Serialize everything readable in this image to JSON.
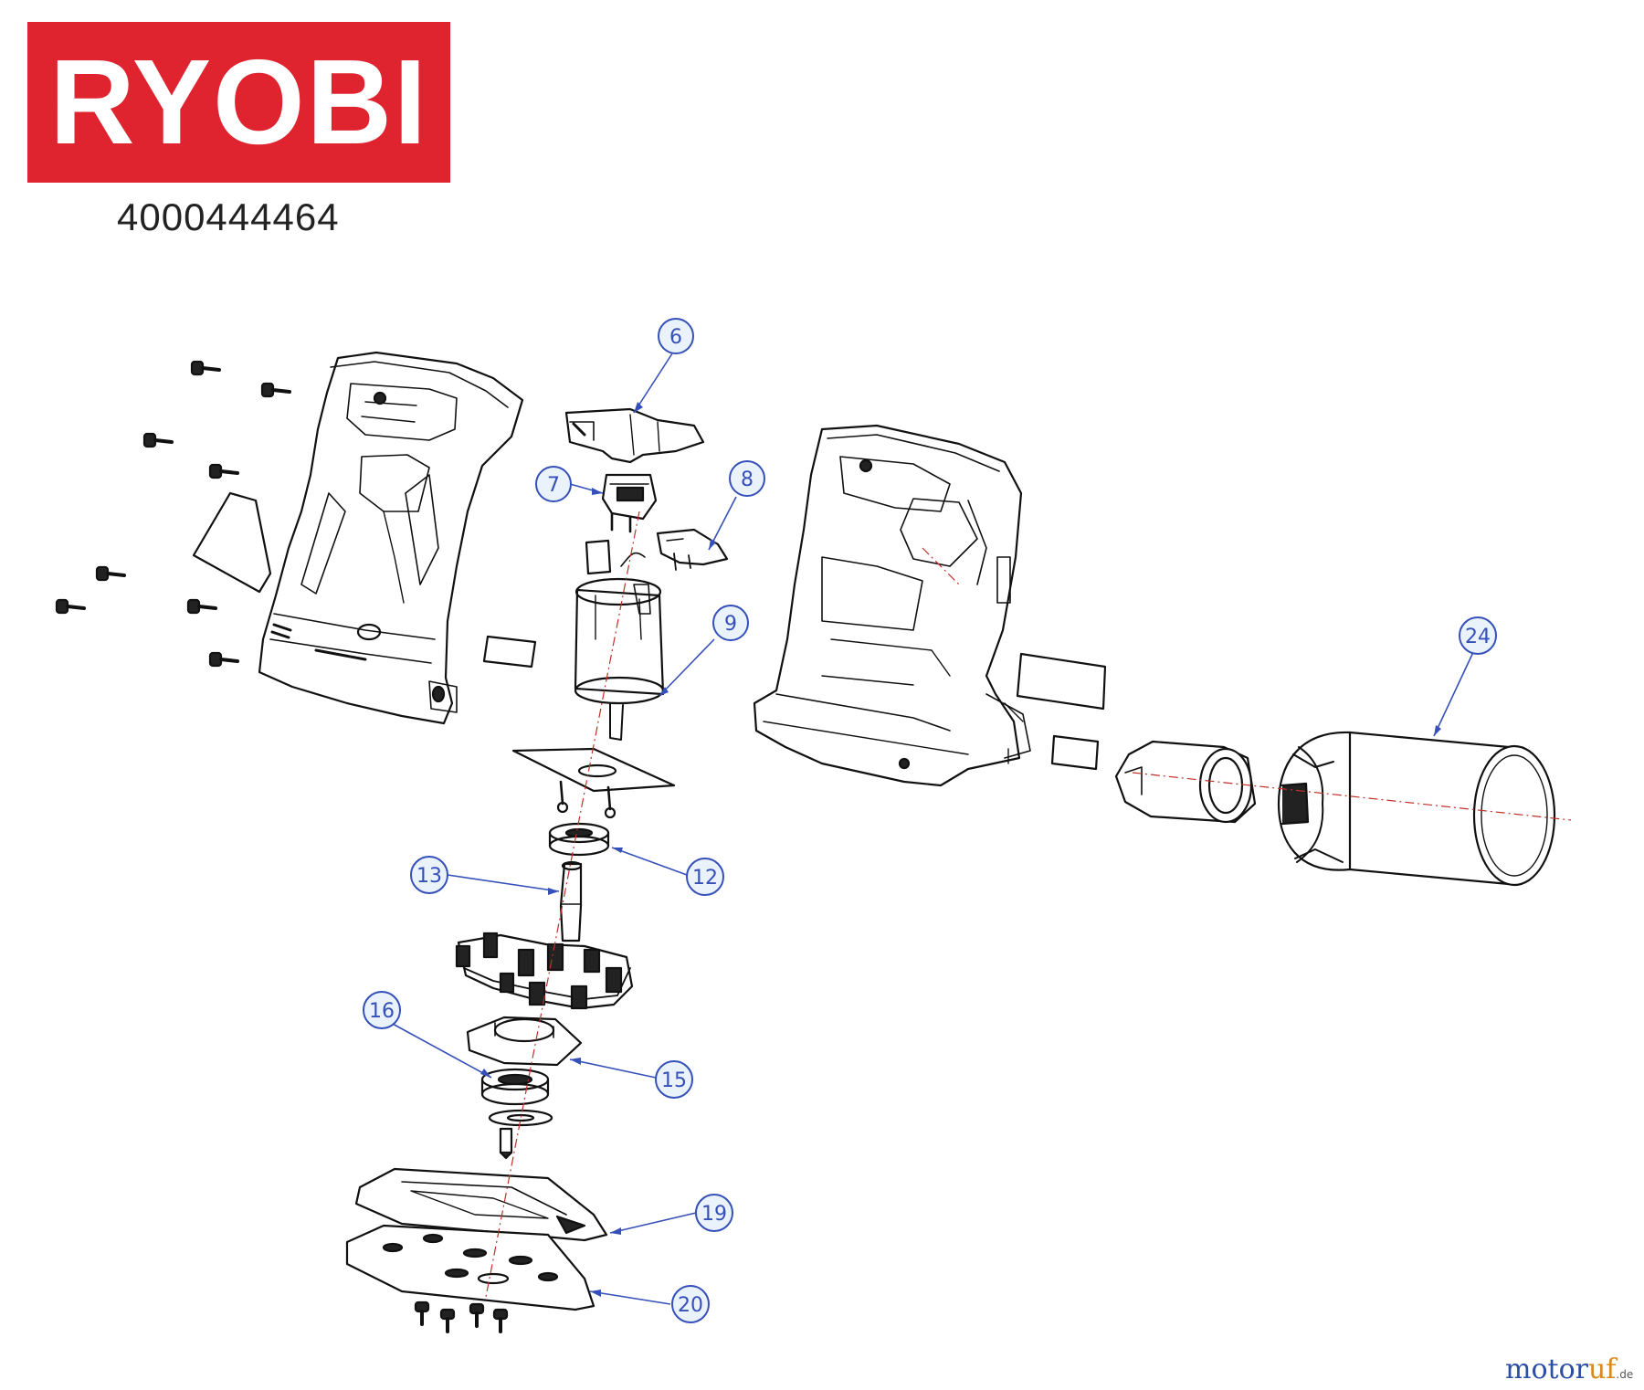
{
  "brand": {
    "logo_text": "RYOBI",
    "logo_color": "#e0242f"
  },
  "part_number": "4000444464",
  "callouts": [
    {
      "label": "6"
    },
    {
      "label": "7"
    },
    {
      "label": "8"
    },
    {
      "label": "9"
    },
    {
      "label": "12"
    },
    {
      "label": "13"
    },
    {
      "label": "15"
    },
    {
      "label": "16"
    },
    {
      "label": "19"
    },
    {
      "label": "20"
    },
    {
      "label": "24"
    }
  ],
  "watermark": {
    "main": "motor",
    "accent": "uf",
    "suffix": ".de"
  },
  "colors": {
    "callout": "#3550b8",
    "callout_fill": "#eaf2fb",
    "line": "#111111",
    "axis": "#c0302a"
  }
}
